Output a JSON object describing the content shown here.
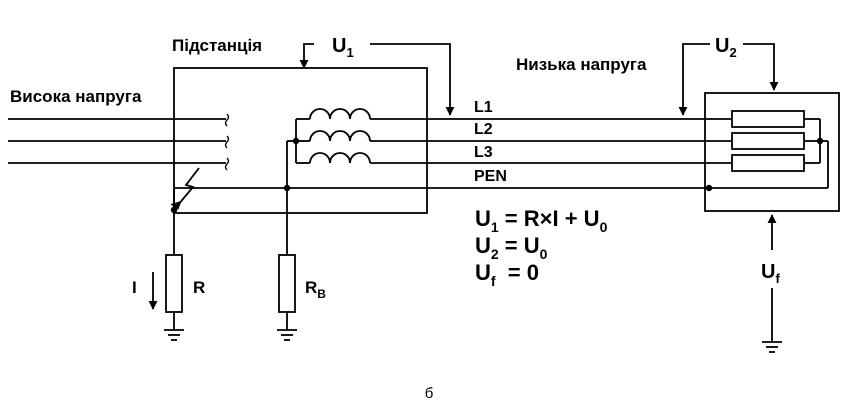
{
  "labels": {
    "substation": "Підстанція",
    "high_voltage": "Висока напруга",
    "low_voltage": "Низька напруга",
    "u1": "U",
    "u1_sub": "1",
    "u2": "U",
    "u2_sub": "2",
    "uf": "U",
    "uf_sub": "f",
    "line_l1": "L1",
    "line_l2": "L2",
    "line_l3": "L3",
    "line_pen": "PEN",
    "current": "I",
    "resistor_r": "R",
    "resistor_rb": "R",
    "resistor_rb_sub": "B",
    "caption": "б"
  },
  "equations": {
    "eq1": {
      "lhs": "U",
      "lhs_sub": "1",
      "rhs_a": " = R×I + U",
      "rhs_sub": "0"
    },
    "eq2": {
      "lhs": "U",
      "lhs_sub": "2",
      "rhs_a": " = U",
      "rhs_sub": "0"
    },
    "eq3": {
      "lhs": "U",
      "lhs_sub": "f",
      "rhs_a": "  = 0"
    }
  }
}
